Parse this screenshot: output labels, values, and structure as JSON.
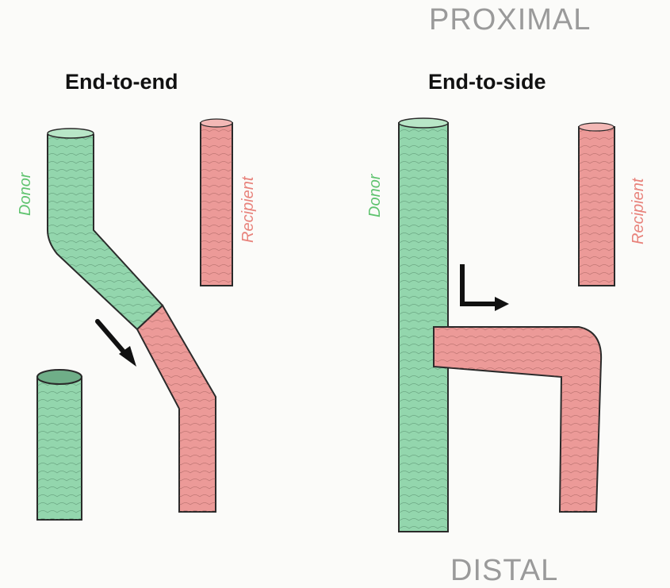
{
  "headers": {
    "proximal": "PROXIMAL",
    "distal": "DISTAL"
  },
  "panels": {
    "left": {
      "title": "End-to-end",
      "donor_label": "Donor",
      "recipient_label": "Recipient"
    },
    "right": {
      "title": "End-to-side",
      "donor_label": "Donor",
      "recipient_label": "Recipient"
    }
  },
  "colors": {
    "donor": "#93d6ad",
    "recipient": "#ec9a98",
    "outline": "#2a2a2a",
    "header_text": "#9a9a9a",
    "donor_text": "#5fc36f",
    "recipient_text": "#e8837c"
  }
}
